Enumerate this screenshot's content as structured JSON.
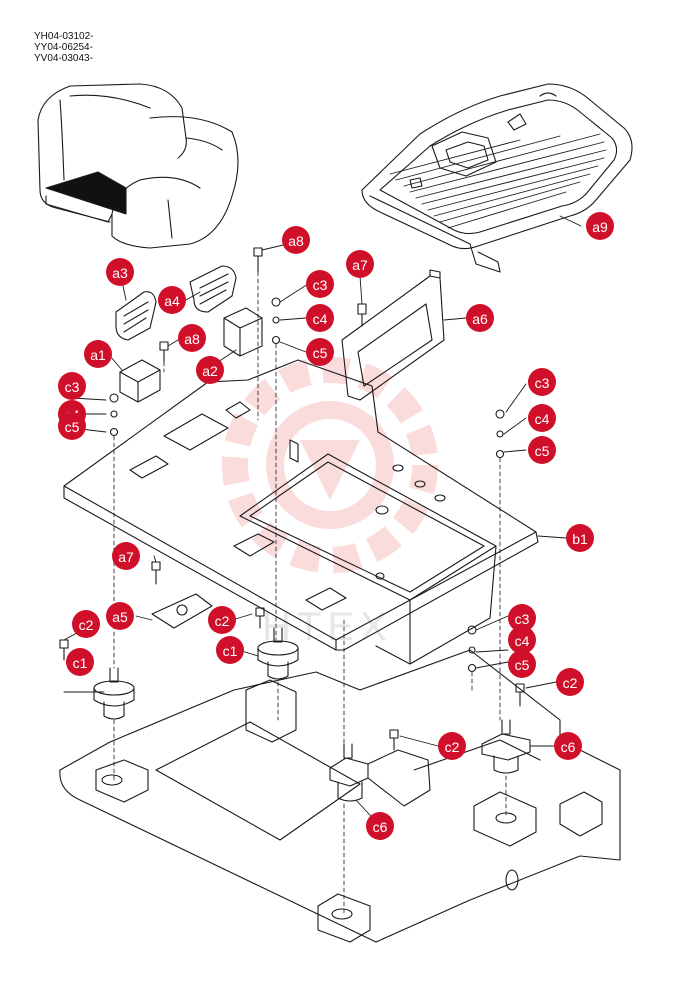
{
  "header": {
    "codes": [
      "YH04-03102-",
      "YY04-06254-",
      "YV04-03043-"
    ]
  },
  "watermark": {
    "text": "HTEX"
  },
  "colors": {
    "callout": "#d0102a",
    "line": "#1a1a1a",
    "watermark": "#f6c4c4"
  },
  "callouts": [
    {
      "id": "a8-top",
      "label": "a8"
    },
    {
      "id": "a7-top",
      "label": "a7"
    },
    {
      "id": "a3",
      "label": "a3"
    },
    {
      "id": "a4",
      "label": "a4"
    },
    {
      "id": "c3-top",
      "label": "c3"
    },
    {
      "id": "c4-top",
      "label": "c4"
    },
    {
      "id": "a6",
      "label": "a6"
    },
    {
      "id": "c5-top",
      "label": "c5"
    },
    {
      "id": "a8-mid",
      "label": "a8"
    },
    {
      "id": "a1",
      "label": "a1"
    },
    {
      "id": "a2",
      "label": "a2"
    },
    {
      "id": "c3-left",
      "label": "c3"
    },
    {
      "id": "c4-left",
      "label": "c4"
    },
    {
      "id": "c5-left",
      "label": "c5"
    },
    {
      "id": "c3-right",
      "label": "c3"
    },
    {
      "id": "c4-right",
      "label": "c4"
    },
    {
      "id": "c5-right",
      "label": "c5"
    },
    {
      "id": "a9",
      "label": "a9"
    },
    {
      "id": "b1",
      "label": "b1"
    },
    {
      "id": "a7-low",
      "label": "a7"
    },
    {
      "id": "a5",
      "label": "a5"
    },
    {
      "id": "c2-midleft",
      "label": "c2"
    },
    {
      "id": "c1-mid",
      "label": "c1"
    },
    {
      "id": "c2-left",
      "label": "c2"
    },
    {
      "id": "c1-left",
      "label": "c1"
    },
    {
      "id": "c3-lowright",
      "label": "c3"
    },
    {
      "id": "c4-lowright",
      "label": "c4"
    },
    {
      "id": "c5-lowright",
      "label": "c5"
    },
    {
      "id": "c2-right",
      "label": "c2"
    },
    {
      "id": "c2-center",
      "label": "c2"
    },
    {
      "id": "c6-right",
      "label": "c6"
    },
    {
      "id": "c6-center",
      "label": "c6"
    }
  ]
}
